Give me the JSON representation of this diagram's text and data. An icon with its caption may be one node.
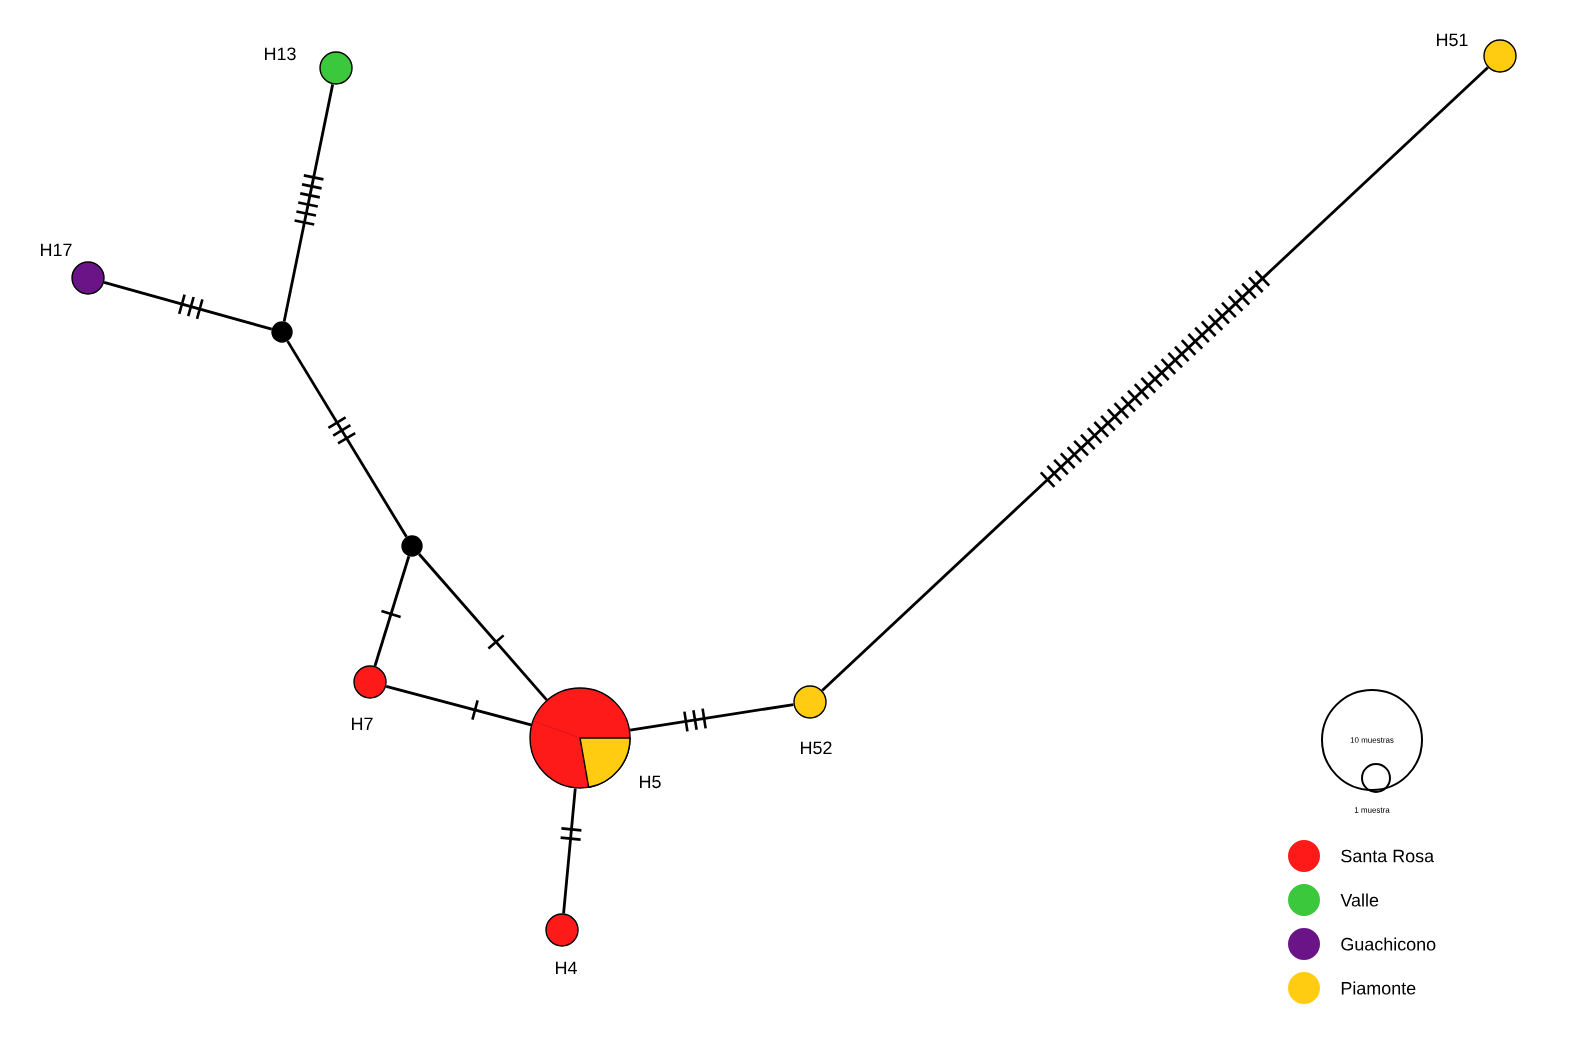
{
  "diagram": {
    "nodes": [
      {
        "text": [
          "H13"
        ]
      },
      {
        "text": [
          "H17"
        ]
      },
      {
        "text": [],
        "shape": "circle"
      },
      {
        "text": [],
        "shape": "circle"
      },
      {
        "text": [
          "H7"
        ]
      },
      {
        "text": [
          "H5"
        ]
      },
      {
        "text": [
          "H52"
        ]
      },
      {
        "text": [
          "H51"
        ]
      },
      {
        "text": [
          "H4"
        ]
      }
    ],
    "edges": [
      {
        "from": 2,
        "to": 0,
        "arrow": "none"
      },
      {
        "from": 2,
        "to": 1,
        "arrow": "none"
      },
      {
        "from": 2,
        "to": 3,
        "arrow": "none"
      },
      {
        "from": 3,
        "to": 4,
        "arrow": "none"
      },
      {
        "from": 3,
        "to": 5,
        "arrow": "none"
      },
      {
        "from": 4,
        "to": 5,
        "arrow": "none"
      },
      {
        "from": 5,
        "to": 6,
        "arrow": "none"
      },
      {
        "from": 5,
        "to": 8,
        "arrow": "none"
      },
      {
        "from": 6,
        "to": 7,
        "arrow": "none"
      }
    ],
    "labels": [
      "10 muestras",
      "1 muestra"
    ],
    "legend": [
      {
        "text": "Santa Rosa",
        "color": "#ff1a1a"
      },
      {
        "text": "Valle",
        "color": "#3cc83c"
      },
      {
        "text": "Guachicono",
        "color": "#6a1488"
      },
      {
        "text": "Piamonte",
        "color": "#ffcc11"
      }
    ]
  }
}
